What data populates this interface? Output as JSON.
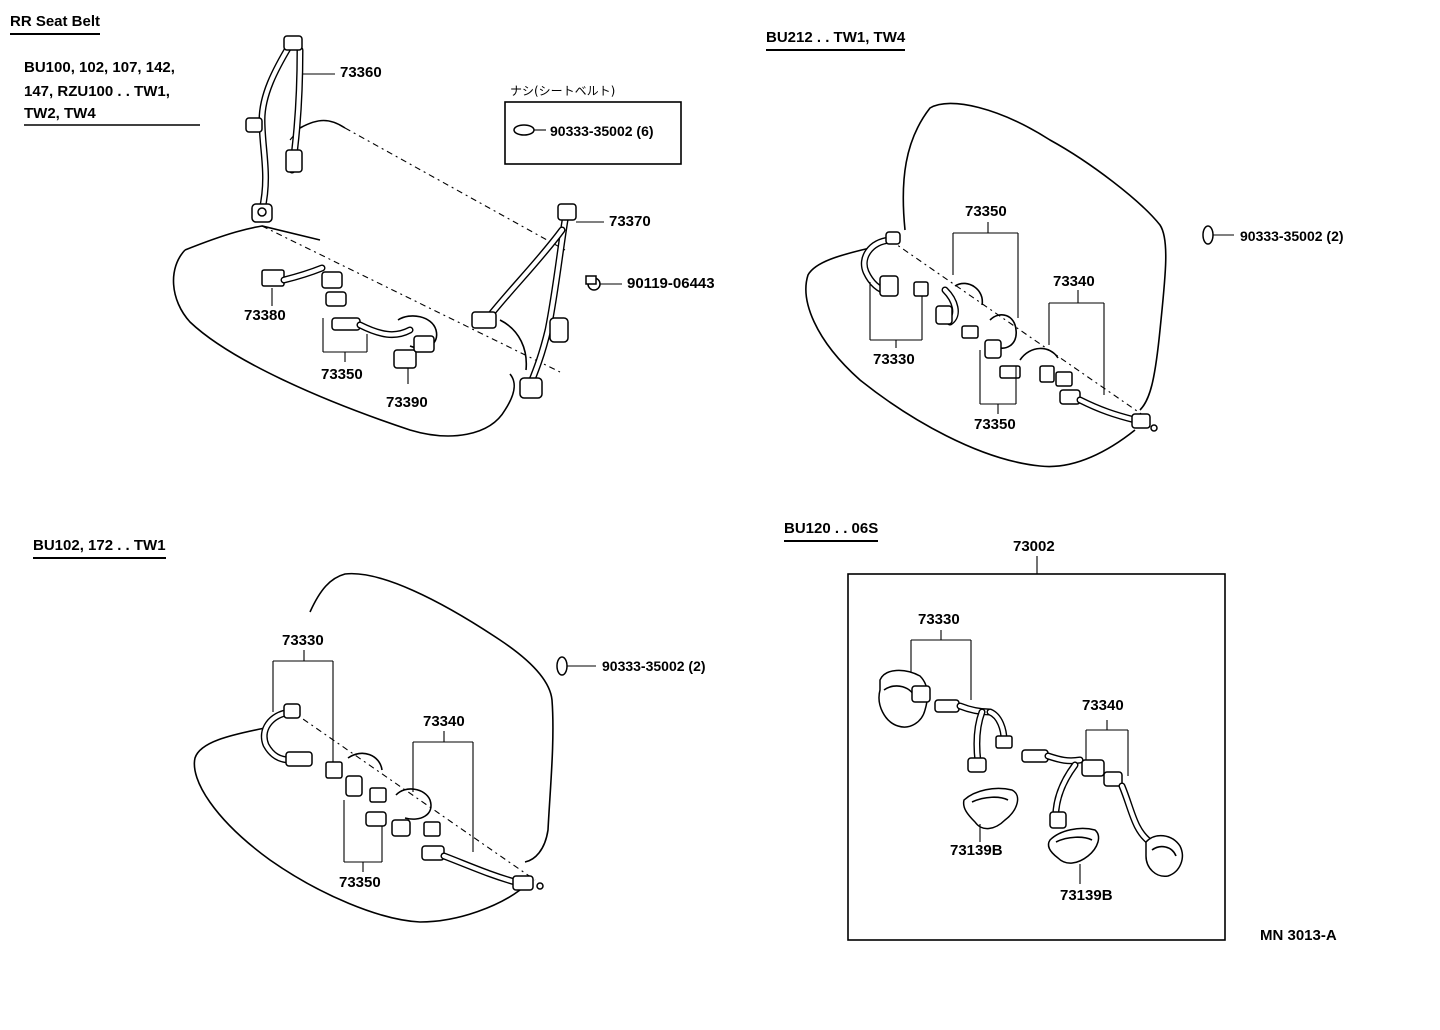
{
  "title": "RR Seat Belt",
  "drawing_code": "MN 3013-A",
  "sections": {
    "top_left": {
      "models": [
        "BU100, 102, 107, 142,",
        "147, RZU100 . . TW1,",
        "TW2, TW4"
      ],
      "callouts": [
        "73360",
        "73370",
        "90119-06443",
        "73380",
        "73350",
        "73390"
      ],
      "note_box": {
        "heading": "ナシ(シートベルト)",
        "part": "90333-35002 (6)"
      }
    },
    "top_right": {
      "models": "BU212 . . TW1, TW4",
      "callouts": [
        "73350",
        "90333-35002 (2)",
        "73340",
        "73330",
        "73350"
      ]
    },
    "bottom_left": {
      "models": "BU102, 172 . . TW1",
      "callouts": [
        "73330",
        "90333-35002 (2)",
        "73340",
        "73350"
      ]
    },
    "bottom_right": {
      "models": "BU120 . . 06S",
      "kit": "73002",
      "callouts": [
        "73330",
        "73340",
        "73139B",
        "73139B"
      ]
    }
  }
}
